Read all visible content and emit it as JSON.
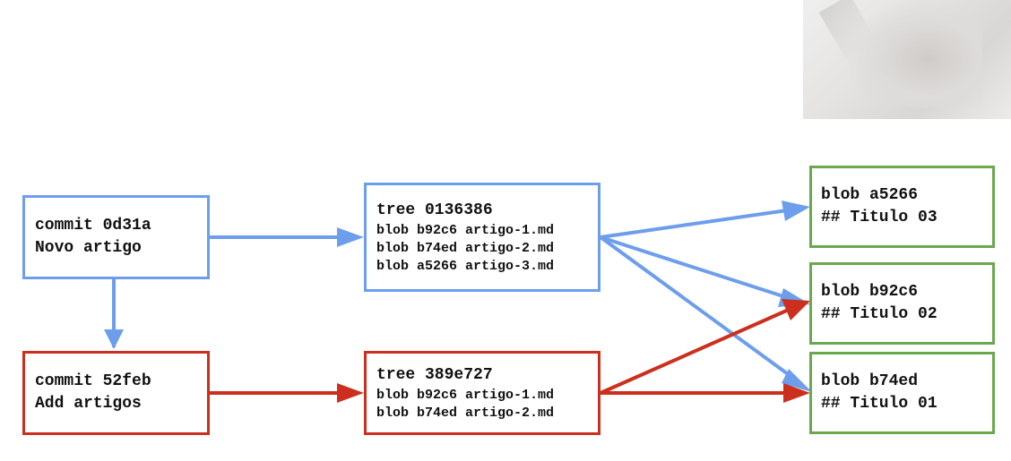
{
  "commits": [
    {
      "line1": "commit 0d31a",
      "line2": "Novo artigo",
      "color": "#6d9eeb"
    },
    {
      "line1": "commit 52feb",
      "line2": "Add artigos",
      "color": "#cc2f1d"
    }
  ],
  "trees": [
    {
      "header": "tree 0136386",
      "entries": [
        "blob b92c6 artigo-1.md",
        "blob b74ed artigo-2.md",
        "blob a5266 artigo-3.md"
      ],
      "color": "#6d9eeb"
    },
    {
      "header": "tree 389e727",
      "entries": [
        "blob b92c6 artigo-1.md",
        "blob b74ed artigo-2.md"
      ],
      "color": "#cc2f1d"
    }
  ],
  "blobs": [
    {
      "line1": "blob a5266",
      "line2": "## Titulo 03"
    },
    {
      "line1": "blob b92c6",
      "line2": "## Titulo 02"
    },
    {
      "line1": "blob b74ed",
      "line2": "## Titulo 01"
    }
  ],
  "colors": {
    "blue": "#6d9eeb",
    "red": "#cc2f1d",
    "green": "#6aa84f"
  }
}
